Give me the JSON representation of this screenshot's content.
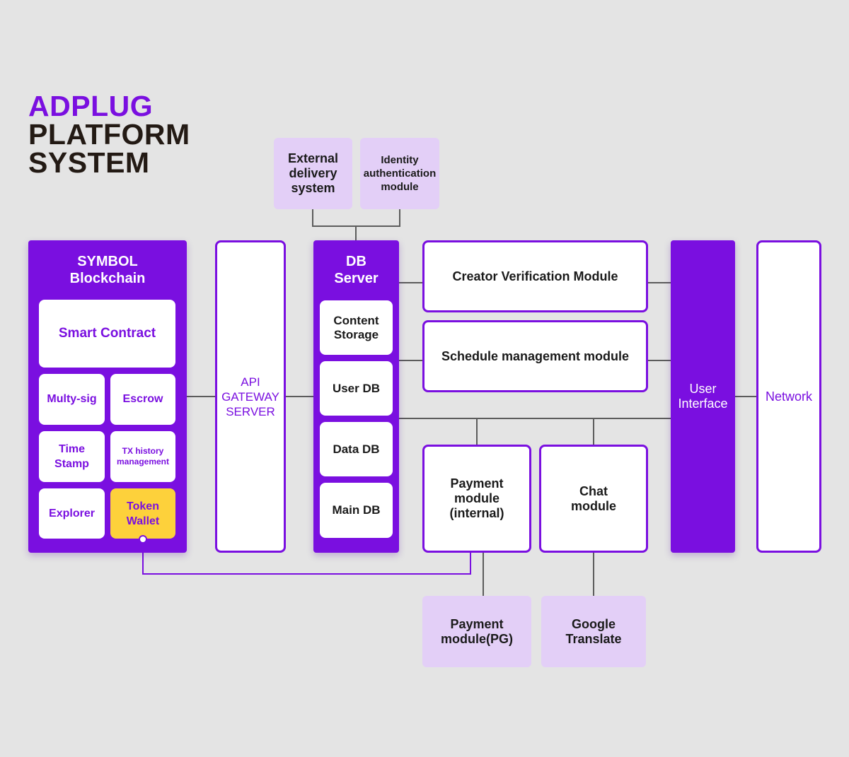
{
  "title": {
    "line1": "ADPLUG",
    "line2": "PLATFORM",
    "line3": "SYSTEM"
  },
  "colors": {
    "purple": "#7a0fe0",
    "lilac": "#e3cff7",
    "yellow": "#fdd13b",
    "background": "#e4e4e4",
    "connector": "#5c5c5c"
  },
  "blockchain": {
    "title_line1": "SYMBOL",
    "title_line2": "Blockchain",
    "smart_contract": "Smart Contract",
    "multisig": "Multy-sig",
    "escrow": "Escrow",
    "time_stamp_line1": "Time",
    "time_stamp_line2": "Stamp",
    "tx_history_line1": "TX history",
    "tx_history_line2": "management",
    "explorer": "Explorer",
    "token_wallet_line1": "Token",
    "token_wallet_line2": "Wallet"
  },
  "api_gateway": {
    "line1": "API",
    "line2": "GATEWAY",
    "line3": "SERVER"
  },
  "db_server": {
    "title_line1": "DB",
    "title_line2": "Server",
    "content_storage_line1": "Content",
    "content_storage_line2": "Storage",
    "user_db": "User DB",
    "data_db": "Data DB",
    "main_db": "Main DB"
  },
  "external": {
    "delivery_line1": "External",
    "delivery_line2": "delivery",
    "delivery_line3": "system",
    "identity_line1": "Identity",
    "identity_line2": "authentication",
    "identity_line3": "module"
  },
  "modules": {
    "creator_verification": "Creator Verification Module",
    "schedule_management": "Schedule management module",
    "payment_internal_line1": "Payment",
    "payment_internal_line2": "module",
    "payment_internal_line3": "(internal)",
    "chat_line1": "Chat",
    "chat_line2": "module"
  },
  "user_interface": {
    "line1": "User",
    "line2": "Interface"
  },
  "network": "Network",
  "external_bottom": {
    "payment_pg_line1": "Payment",
    "payment_pg_line2": "module(PG)",
    "google_line1": "Google",
    "google_line2": "Translate"
  }
}
